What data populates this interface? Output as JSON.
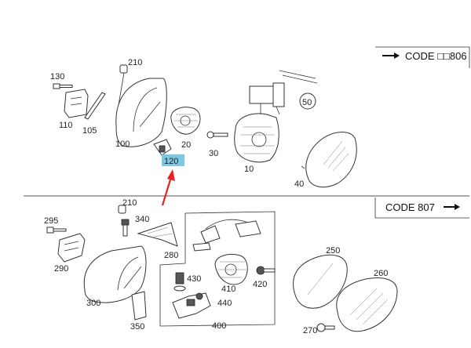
{
  "top_code": "CODE □□806",
  "bottom_code": "CODE  807",
  "top_labels": {
    "p130": "130",
    "p110": "110",
    "p105": "105",
    "p210": "210",
    "p100": "100",
    "p20": "20",
    "p120": "120",
    "p30": "30",
    "p10": "10",
    "p50": "50",
    "p40": "40"
  },
  "bottom_labels": {
    "p295": "295",
    "p290": "290",
    "p210": "210",
    "p340": "340",
    "p280": "280",
    "p300": "300",
    "p350": "350",
    "p410": "410",
    "p420": "420",
    "p430": "430",
    "p440": "440",
    "p400": "400",
    "p250": "250",
    "p260": "260",
    "p270": "270"
  },
  "colors": {
    "highlight": "#7ec8e3",
    "arrow": "#e8231d",
    "line": "#333333"
  }
}
